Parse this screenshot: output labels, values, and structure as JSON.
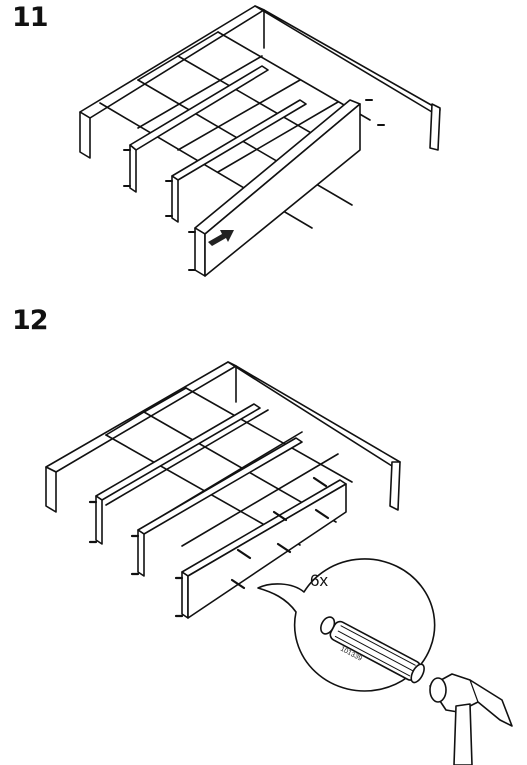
{
  "steps": [
    {
      "number": "11"
    },
    {
      "number": "12",
      "callout": {
        "quantity": "6x",
        "part_number": "101339"
      }
    }
  ],
  "colors": {
    "line": "#111111",
    "fill": "#ffffff",
    "arrow": "#222222"
  },
  "icons": [
    "arrow-icon",
    "dowel-icon",
    "hammer-icon"
  ]
}
